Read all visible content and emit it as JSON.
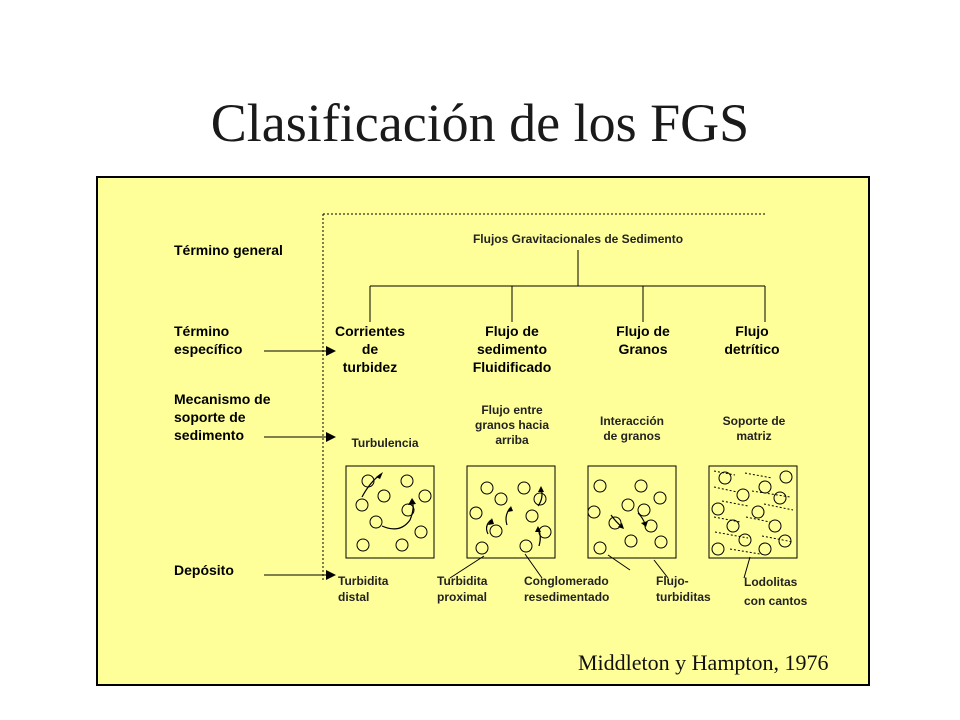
{
  "title": "Clasificación de los FGS",
  "row_labels": {
    "general": "Término general",
    "especifico": "Término\nespecífico",
    "mecanismo": "Mecanismo de\nsoporte de\nsedimento",
    "deposito": "Depósito"
  },
  "general_term": "Flujos Gravitacionales de Sedimento",
  "categories": [
    "Corrientes\nde\nturbidez",
    "Flujo de\nsedimento\nFluidificado",
    "Flujo de\nGranos",
    "Flujo\ndetrítico"
  ],
  "mechanisms": [
    "Turbulencia",
    "Flujo entre\ngranos hacia\narriba",
    "Interacción\nde granos",
    "Soporte de\nmatriz"
  ],
  "deposits": [
    "Turbidita\ndistal",
    "Turbidita\nproximal",
    "Conglomerado\nresedimentado",
    "Flujo-\nturbiditas",
    "Lodolitas\ncon cantos"
  ],
  "citation": "Middleton y Hampton, 1976",
  "colors": {
    "panel": "#ffff99",
    "ink": "#000000"
  }
}
